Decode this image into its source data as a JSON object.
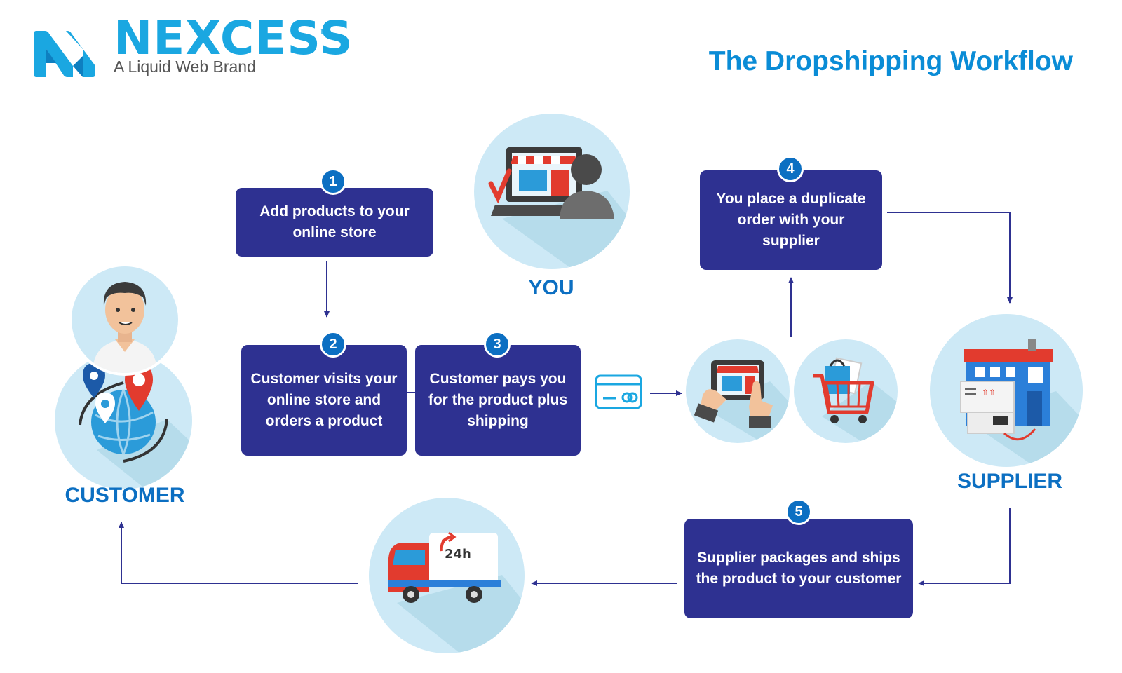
{
  "brand": {
    "name": "NEXCESS",
    "tm": "TM",
    "tagline": "A Liquid Web Brand"
  },
  "title": "The Dropshipping Workflow",
  "roles": {
    "you": "YOU",
    "customer": "CUSTOMER",
    "supplier": "SUPPLIER"
  },
  "steps": [
    {
      "number": "1",
      "text": "Add products to your online store"
    },
    {
      "number": "2",
      "text": "Customer visits your online store and orders a product"
    },
    {
      "number": "3",
      "text": "Customer pays you for the product plus shipping"
    },
    {
      "number": "4",
      "text": "You place a duplicate order with your supplier"
    },
    {
      "number": "5",
      "text": "Supplier packages and ships the product to your customer"
    }
  ],
  "icons": {
    "logo": "nexcess-logo",
    "you": "laptop-store-user-icon",
    "customer": "customer-avatar-icon",
    "globe": "globe-location-icon",
    "card": "credit-card-icon",
    "tablet": "tablet-shopping-icon",
    "cart": "shopping-cart-icon",
    "supplier": "warehouse-building-icon",
    "truck": "delivery-truck-24h-icon"
  },
  "truck_badge": "24h",
  "colors": {
    "brand_blue": "#1AA7E1",
    "title_blue": "#0A8CD6",
    "box_navy": "#2E3191",
    "badge_blue": "#0C6FC2",
    "circle_bg": "#CDE9F6",
    "arrow": "#2E3191"
  }
}
